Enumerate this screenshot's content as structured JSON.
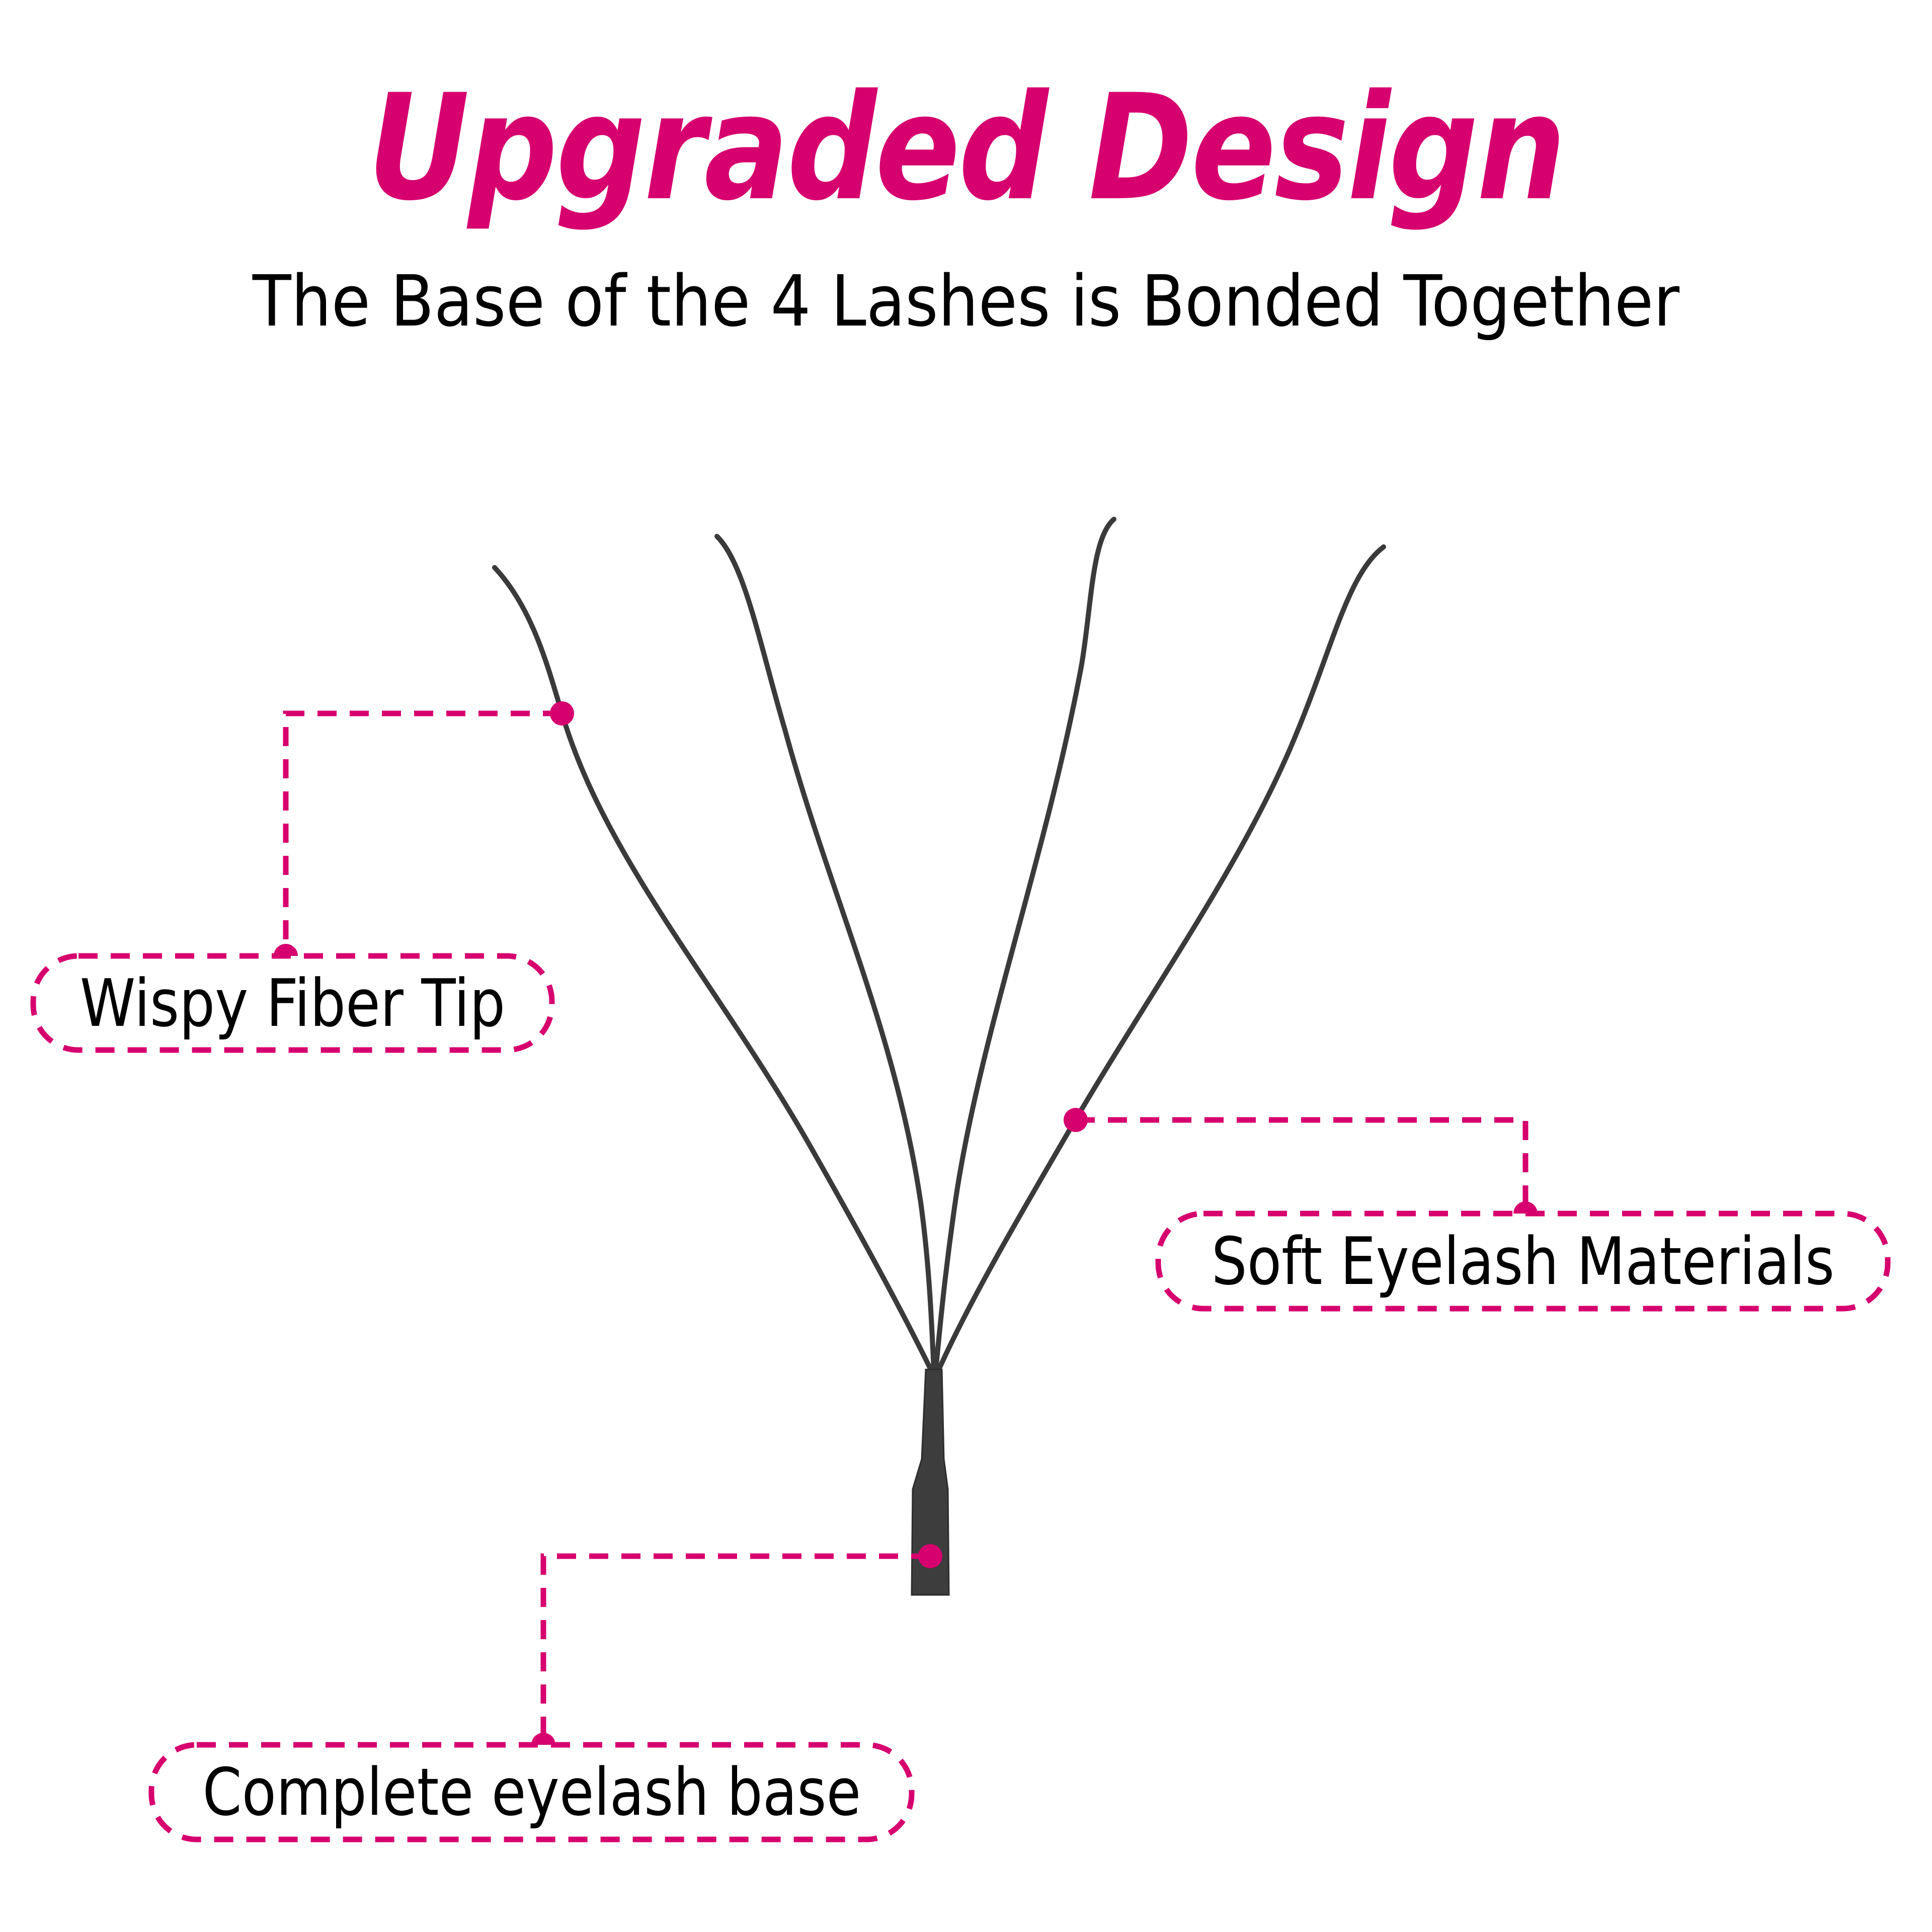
{
  "header": {
    "title": "Upgraded Design",
    "subtitle": "The Base of the 4 Lashes is Bonded Together"
  },
  "colors": {
    "accent": "#D6006E",
    "lash": "#3a3a3a",
    "text": "#000000",
    "background": "#ffffff"
  },
  "callouts": [
    {
      "label": "Wispy Fiber Tip",
      "target": "lash-tip"
    },
    {
      "label": "Soft Eyelash Materials",
      "target": "lash-fiber"
    },
    {
      "label": "Complete eyelash base",
      "target": "lash-base"
    }
  ],
  "diagram": {
    "subject": "4-lash bonded eyelash cluster",
    "lash_count": 4
  }
}
